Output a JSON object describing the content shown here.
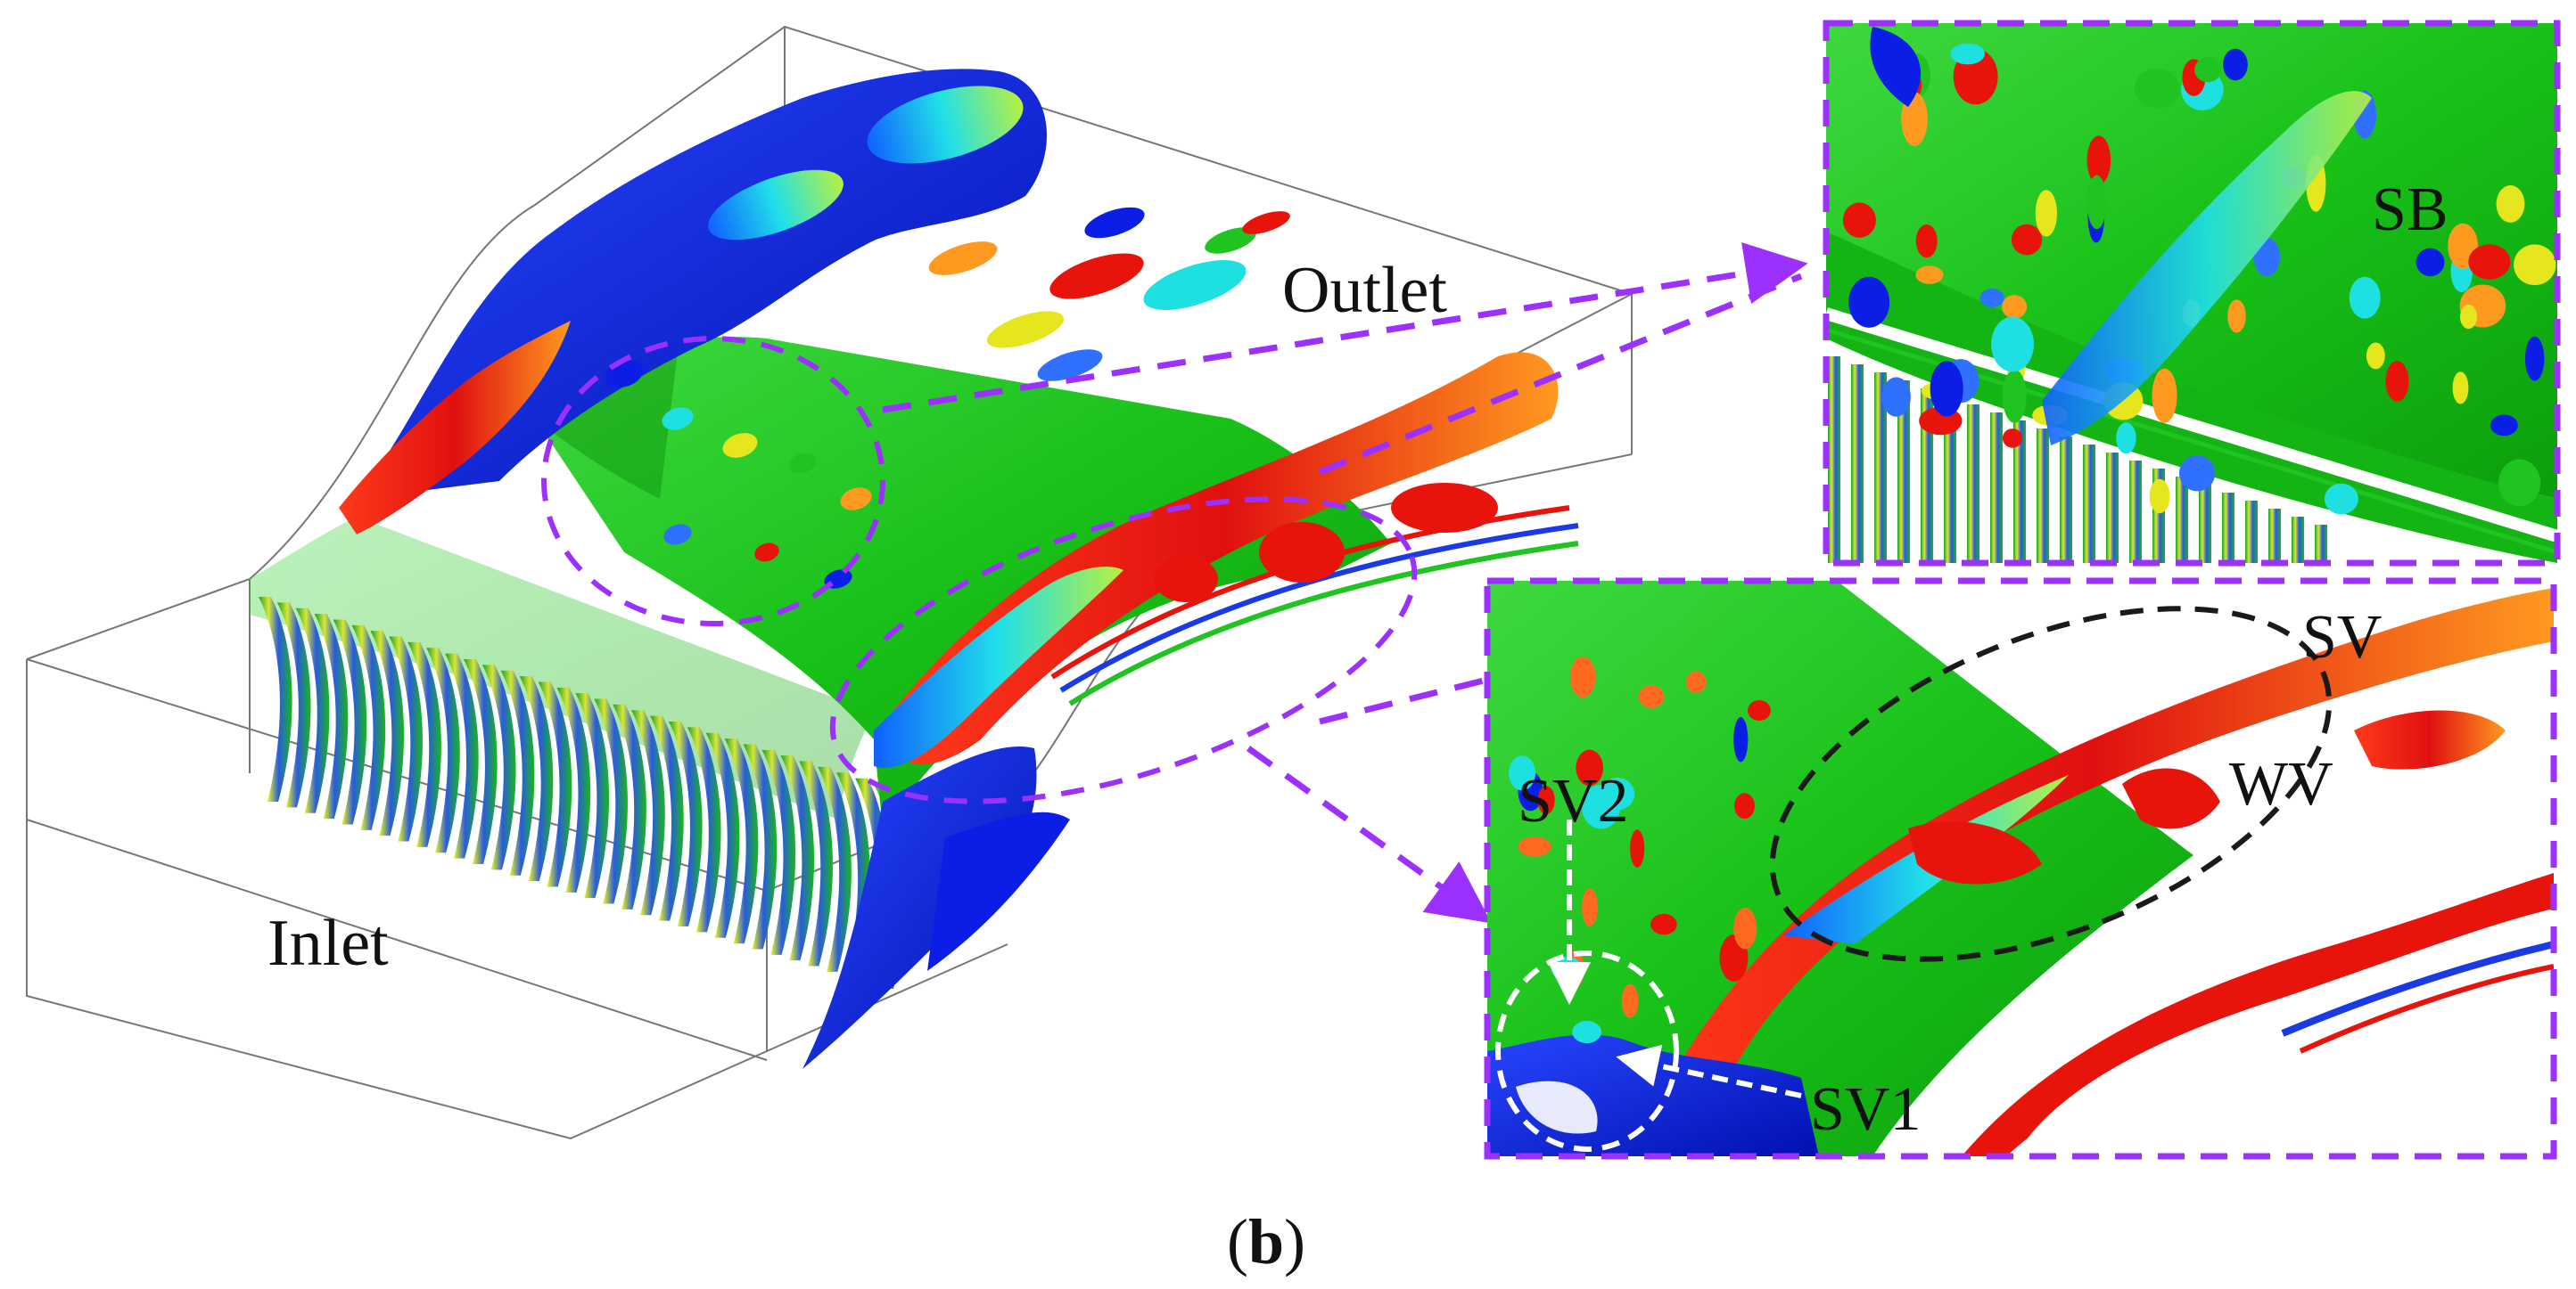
{
  "labels": {
    "outlet": "Outlet",
    "inlet": "Inlet",
    "sb": "SB",
    "sv": "SV",
    "sv1": "SV1",
    "sv2": "SV2",
    "wv": "WV"
  },
  "caption": {
    "open": "(",
    "letter": "b",
    "close": ")"
  },
  "colors": {
    "highlight_box": "#9b30ff",
    "outline_ellipse": "#1a1a1a",
    "white_ellipse": "#ffffff",
    "surface_green": "#20c420",
    "vortex_red": "#e8140c",
    "vortex_blue": "#0a1ee6",
    "vortex_cyan": "#1ee0e0",
    "vortex_yellow": "#e6e61e"
  },
  "icons": [
    "dashed-arrow-icon",
    "arrow-head-icon"
  ]
}
